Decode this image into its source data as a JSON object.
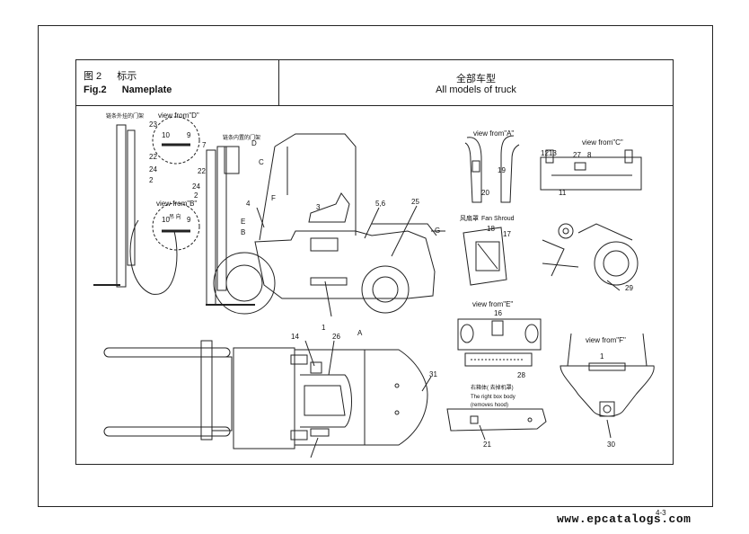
{
  "header": {
    "fig_cn": "图 2",
    "title_cn": "标示",
    "fig_en": "Fig.2",
    "title_en": "Nameplate",
    "models_cn": "全部车型",
    "models_en": "All models of truck"
  },
  "views": {
    "d": "view from\"D\"",
    "b": "view from\"B\"",
    "a": "view from\"A\"",
    "c": "view from\"C\"",
    "e": "view from\"E\"",
    "f": "view from\"F\""
  },
  "chinese_notes": {
    "mast_outer": "链条外挂的门架",
    "mast_inner": "链条内置的门架",
    "fan_shroud_cn": "风扇罩",
    "fan_shroud_en": "Fan Shroud",
    "right_box_cn": "右箱体( 去掉机罩)",
    "right_box_en1": "The right box body",
    "right_box_en2": "(removes hood)",
    "dial_text": "吊 向"
  },
  "callouts": {
    "c1": "1",
    "c2": "2",
    "c3": "3",
    "c4": "4",
    "c5_6": "5,6",
    "c7": "7",
    "c8": "8",
    "c9": "9",
    "c10": "10",
    "c11": "11",
    "c12_13": "1213",
    "c14": "14",
    "c16": "16",
    "c17": "17",
    "c18": "18",
    "c19": "19",
    "c20": "20",
    "c21": "21",
    "c22": "22",
    "c23": "23",
    "c24": "24",
    "c25": "25",
    "c26": "26",
    "c27": "27",
    "c28": "28",
    "c29": "29",
    "c30": "30",
    "c31": "31"
  },
  "direction_letters": {
    "a": "A",
    "b": "B",
    "c": "C",
    "d": "D",
    "e": "E",
    "f": "F",
    "g": "G"
  },
  "footer": {
    "page_number": "4-3",
    "watermark": "www.epcatalogs.com"
  }
}
